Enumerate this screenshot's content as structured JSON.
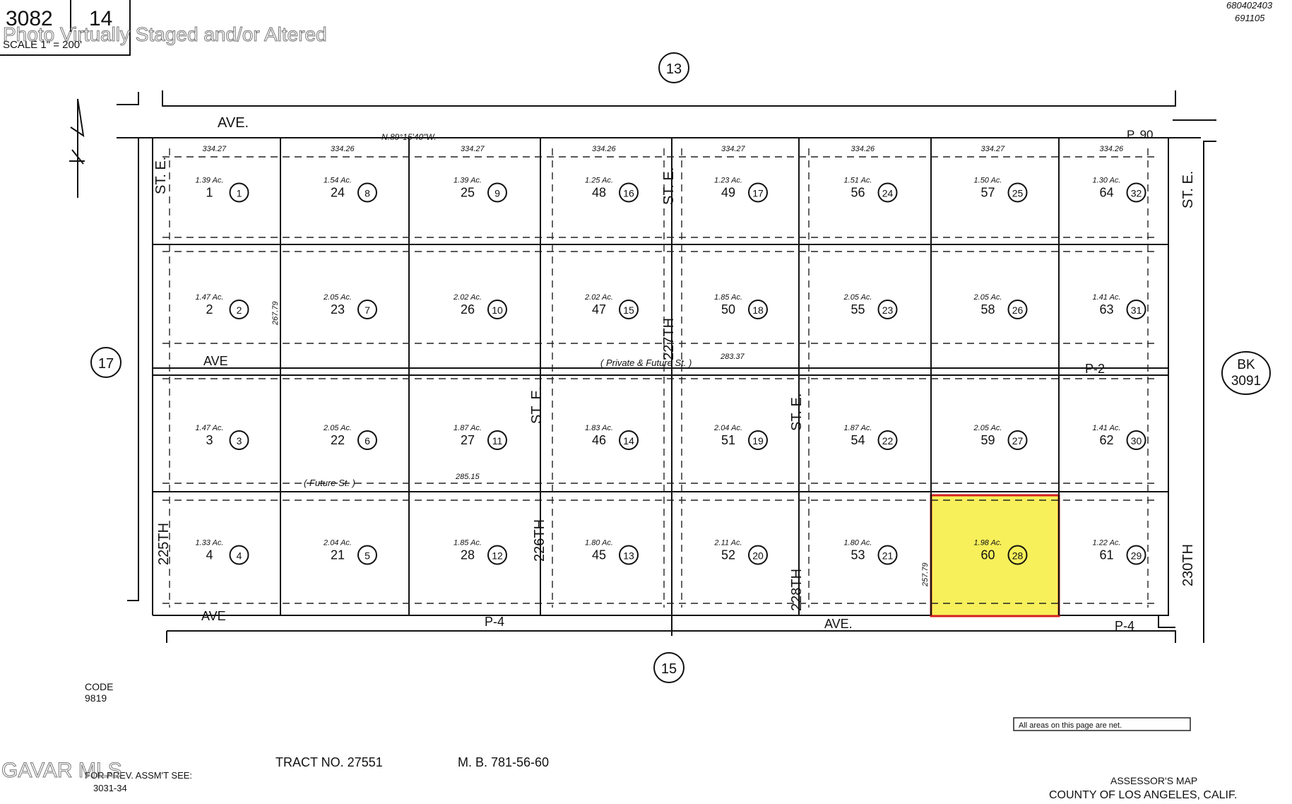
{
  "header": {
    "book": "3082",
    "page": "14",
    "scale": "SCALE 1\" = 200'"
  },
  "watermark_top": "Photo Virtually Staged and/or Altered",
  "watermark_bottom": "GAVAR MLS",
  "stamp_top_right": [
    "680402403",
    "691105"
  ],
  "bearing": "N.89°15'40\"W.",
  "map_refs": {
    "top": "13",
    "bottom": "15",
    "left": "17",
    "right_book": "BK",
    "right_num": "3091"
  },
  "streets": {
    "ave_top": "AVE.",
    "ave_mid": "AVE",
    "ave_bottom_left": "AVE",
    "ave_bottom_right": "AVE.",
    "st_e_left": "ST. E.",
    "st_e_right": "ST. E.",
    "s225": "225TH",
    "s226": "226TH",
    "s227": "227TH",
    "s228": "228TH",
    "s230": "230TH",
    "st_e_226": "ST. E.",
    "st_e_227": "ST. E.",
    "st_e_228": "ST. E.",
    "p90": "P.  90",
    "p2": "P-2",
    "p4_left": "P-4",
    "p4_right": "P-4",
    "future_st": "( Future   St. )",
    "private_future": "( Private  &  Future  St. )"
  },
  "lots": [
    [
      {
        "lot": "1",
        "parcel": "1",
        "acres": "1.39 Ac."
      },
      {
        "lot": "24",
        "parcel": "8",
        "acres": "1.54 Ac."
      },
      {
        "lot": "25",
        "parcel": "9",
        "acres": "1.39 Ac."
      },
      {
        "lot": "48",
        "parcel": "16",
        "acres": "1.25 Ac."
      },
      {
        "lot": "49",
        "parcel": "17",
        "acres": "1.23 Ac."
      },
      {
        "lot": "56",
        "parcel": "24",
        "acres": "1.51 Ac."
      },
      {
        "lot": "57",
        "parcel": "25",
        "acres": "1.50 Ac."
      },
      {
        "lot": "64",
        "parcel": "32",
        "acres": "1.30 Ac."
      }
    ],
    [
      {
        "lot": "2",
        "parcel": "2",
        "acres": "1.47 Ac."
      },
      {
        "lot": "23",
        "parcel": "7",
        "acres": "2.05 Ac."
      },
      {
        "lot": "26",
        "parcel": "10",
        "acres": "2.02 Ac."
      },
      {
        "lot": "47",
        "parcel": "15",
        "acres": "2.02 Ac."
      },
      {
        "lot": "50",
        "parcel": "18",
        "acres": "1.85 Ac."
      },
      {
        "lot": "55",
        "parcel": "23",
        "acres": "2.05 Ac."
      },
      {
        "lot": "58",
        "parcel": "26",
        "acres": "2.05 Ac."
      },
      {
        "lot": "63",
        "parcel": "31",
        "acres": "1.41 Ac."
      }
    ],
    [
      {
        "lot": "3",
        "parcel": "3",
        "acres": "1.47 Ac."
      },
      {
        "lot": "22",
        "parcel": "6",
        "acres": "2.05 Ac."
      },
      {
        "lot": "27",
        "parcel": "11",
        "acres": "1.87 Ac."
      },
      {
        "lot": "46",
        "parcel": "14",
        "acres": "1.83 Ac."
      },
      {
        "lot": "51",
        "parcel": "19",
        "acres": "2.04 Ac."
      },
      {
        "lot": "54",
        "parcel": "22",
        "acres": "1.87 Ac."
      },
      {
        "lot": "59",
        "parcel": "27",
        "acres": "2.05 Ac."
      },
      {
        "lot": "62",
        "parcel": "30",
        "acres": "1.41 Ac."
      }
    ],
    [
      {
        "lot": "4",
        "parcel": "4",
        "acres": "1.33 Ac."
      },
      {
        "lot": "21",
        "parcel": "5",
        "acres": "2.04 Ac."
      },
      {
        "lot": "28",
        "parcel": "12",
        "acres": "1.85 Ac."
      },
      {
        "lot": "45",
        "parcel": "13",
        "acres": "1.80 Ac."
      },
      {
        "lot": "52",
        "parcel": "20",
        "acres": "2.11 Ac."
      },
      {
        "lot": "53",
        "parcel": "21",
        "acres": "1.80 Ac."
      },
      {
        "lot": "60",
        "parcel": "28",
        "acres": "1.98 Ac."
      },
      {
        "lot": "61",
        "parcel": "29",
        "acres": "1.22 Ac."
      }
    ]
  ],
  "highlight": {
    "lot": "60",
    "parcel": "28",
    "fill": "#f7f05a",
    "stroke": "#d42020"
  },
  "dims": {
    "d1": "334.27",
    "d2": "334.26",
    "d3": "267.79",
    "d4": "257.79",
    "d5": "285.15",
    "d6": "283.37"
  },
  "code_label": "CODE",
  "code_value": "9819",
  "tract": "TRACT NO. 27551",
  "mb": "M. B. 781-56-60",
  "prev_assmt": "FOR PREV. ASSM'T SEE:",
  "prev_assmt_num": "3031-34",
  "net_note": "All areas on this page are net.",
  "assessor": "ASSESSOR'S MAP",
  "county": "COUNTY OF LOS ANGELES, CALIF."
}
